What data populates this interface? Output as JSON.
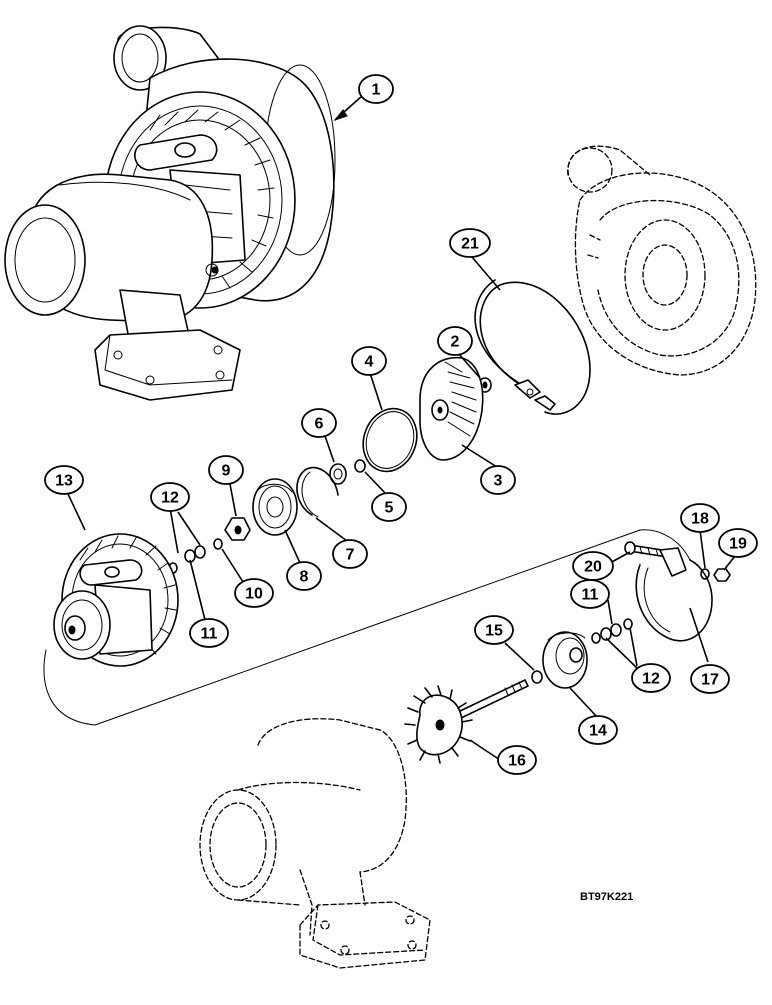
{
  "figure_ref": "BT97K221",
  "callouts": {
    "c1": "1",
    "c2": "2",
    "c3": "3",
    "c4": "4",
    "c5": "5",
    "c6": "6",
    "c7": "7",
    "c8": "8",
    "c9": "9",
    "c10": "10",
    "c11a": "11",
    "c11b": "11",
    "c12a": "12",
    "c12b": "12",
    "c13": "13",
    "c14": "14",
    "c15": "15",
    "c16": "16",
    "c17": "17",
    "c18": "18",
    "c19": "19",
    "c20": "20",
    "c21": "21"
  }
}
